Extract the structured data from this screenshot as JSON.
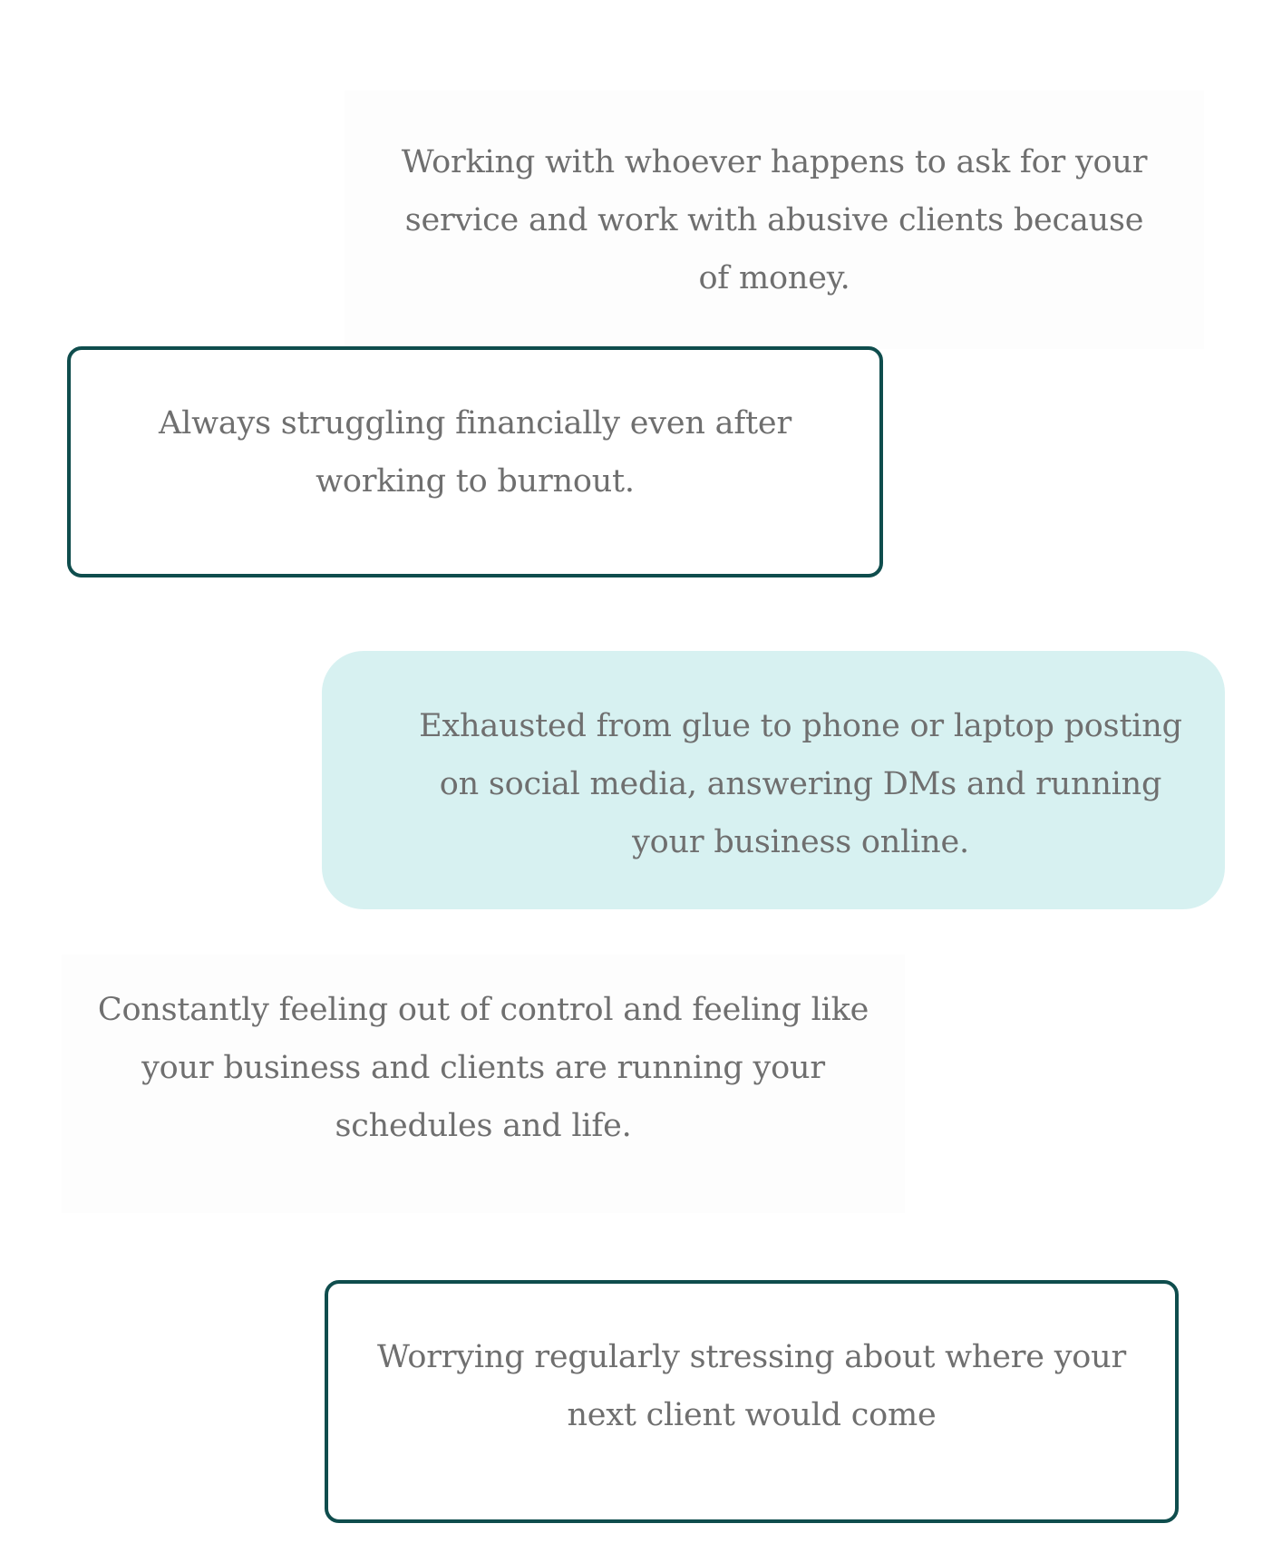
{
  "cards": [
    {
      "text": "Working with whoever happens to ask for your service and work with abusive clients because of money."
    },
    {
      "text": "Always struggling financially even after working to burnout."
    },
    {
      "text": "Exhausted from glue to phone or laptop posting on social media, answering DMs and running your business online."
    },
    {
      "text": "Constantly feeling out of control and feeling like your business and clients are running your schedules and life."
    },
    {
      "text": "Worrying regularly stressing about where your next client would come"
    }
  ],
  "colors": {
    "border": "#0f4d4d",
    "highlight": "#d7f1f1",
    "text": "#6f6f6f"
  }
}
